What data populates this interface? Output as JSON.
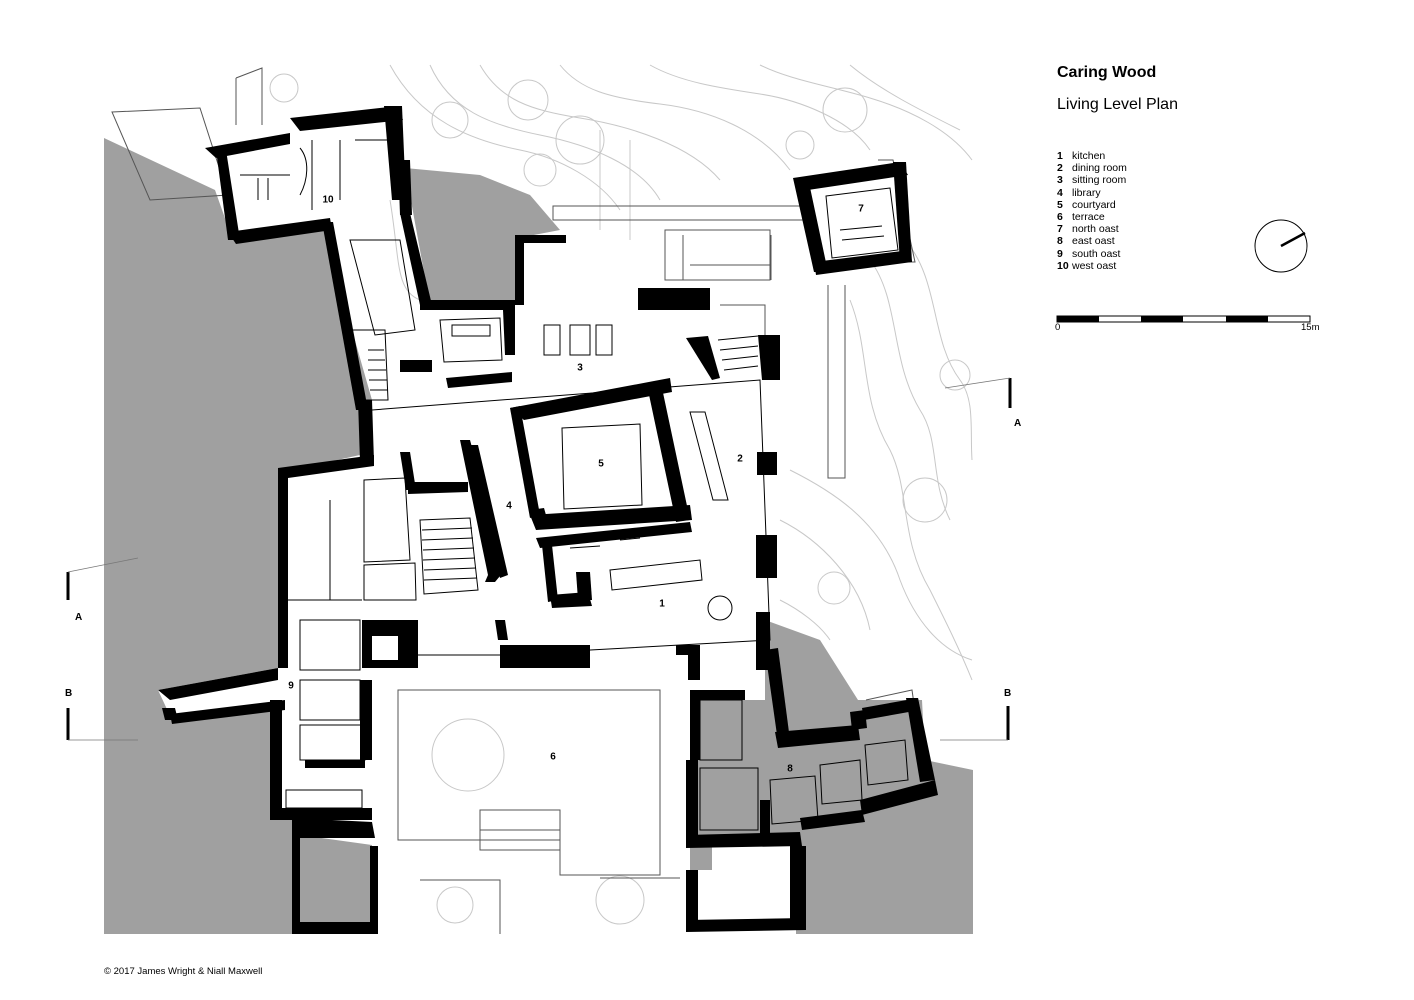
{
  "title": "Caring Wood",
  "subtitle": "Living Level Plan",
  "legend": [
    {
      "num": "1",
      "label": "kitchen"
    },
    {
      "num": "2",
      "label": "dining room"
    },
    {
      "num": "3",
      "label": "sitting room"
    },
    {
      "num": "4",
      "label": "library"
    },
    {
      "num": "5",
      "label": "courtyard"
    },
    {
      "num": "6",
      "label": "terrace"
    },
    {
      "num": "7",
      "label": "north oast"
    },
    {
      "num": "8",
      "label": "east oast"
    },
    {
      "num": "9",
      "label": "south oast"
    },
    {
      "num": "10",
      "label": "west oast"
    }
  ],
  "scale": {
    "start": "0",
    "end": "15m"
  },
  "sections": {
    "a_left": "A",
    "a_right": "A",
    "b_left": "B",
    "b_right": "B"
  },
  "room_numbers": [
    "1",
    "2",
    "3",
    "4",
    "5",
    "6",
    "7",
    "8",
    "9",
    "10"
  ],
  "copyright": "© 2017 James Wright & Niall Maxwell",
  "colors": {
    "ground": "#a0a0a0",
    "wall": "#000000",
    "site_lines": "#c8c8c8"
  }
}
